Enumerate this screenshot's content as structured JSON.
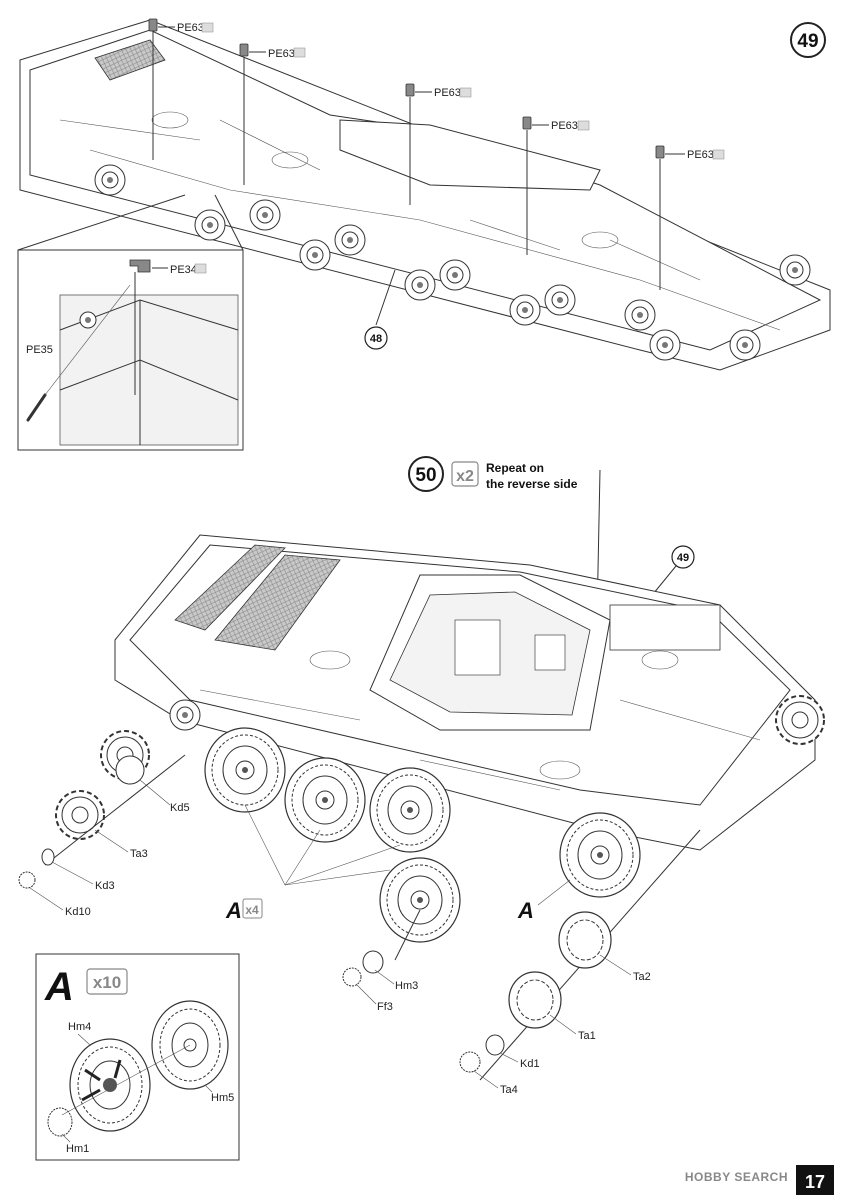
{
  "page": {
    "number": "17",
    "watermark": "HOBBY SEARCH"
  },
  "step49": {
    "number": "49",
    "ref_step": "48",
    "parts": [
      "PE63",
      "PE63",
      "PE63",
      "PE63",
      "PE63"
    ],
    "detail_parts": [
      "PE34",
      "PE35"
    ]
  },
  "step50": {
    "number": "50",
    "multiplier": "x2",
    "instruction_line1": "Repeat on",
    "instruction_line2": "the reverse side",
    "ref_step": "49",
    "subassembly_label": "A",
    "subassembly_multiplier": "x4",
    "subassembly_label_single": "A",
    "parts": {
      "kd5": "Kd5",
      "ta3": "Ta3",
      "kd3": "Kd3",
      "kd10": "Kd10",
      "hm3": "Hm3",
      "ff3": "Ff3",
      "ta2": "Ta2",
      "ta1": "Ta1",
      "kd1": "Kd1",
      "ta4": "Ta4"
    }
  },
  "subassemblyA": {
    "label": "A",
    "multiplier": "x10",
    "parts": {
      "hm4": "Hm4",
      "hm5": "Hm5",
      "hm1": "Hm1"
    }
  }
}
